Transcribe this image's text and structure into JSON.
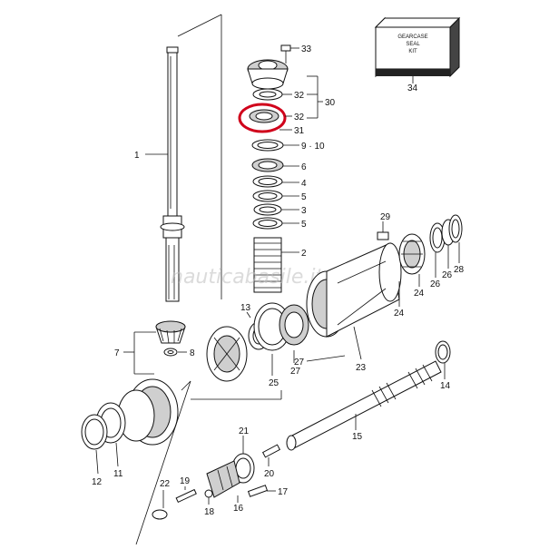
{
  "diagram": {
    "kit_box": {
      "line1": "GEARCASE",
      "line2": "SEAL",
      "line3": "KIT",
      "number": "34"
    },
    "watermark": "nauticabasile.it",
    "highlight_color": "#d0021b",
    "labels": {
      "p1": "1",
      "p2": "2",
      "p3": "3",
      "p4": "4",
      "p5a": "5",
      "p5b": "5",
      "p6": "6",
      "p7": "7",
      "p8": "8",
      "p910": "9 · 10",
      "p11": "11",
      "p12": "12",
      "p13": "13",
      "p14": "14",
      "p15": "15",
      "p16": "16",
      "p17": "17",
      "p18": "18",
      "p19": "19",
      "p20": "20",
      "p21": "21",
      "p22": "22",
      "p23": "23",
      "p24a": "24",
      "p24b": "24",
      "p25": "25",
      "p26": "26",
      "p27a": "27",
      "p27b": "27",
      "p28": "28",
      "p29": "29",
      "p30": "30",
      "p31": "31",
      "p32a": "32",
      "p32b": "32",
      "p33": "33"
    }
  }
}
